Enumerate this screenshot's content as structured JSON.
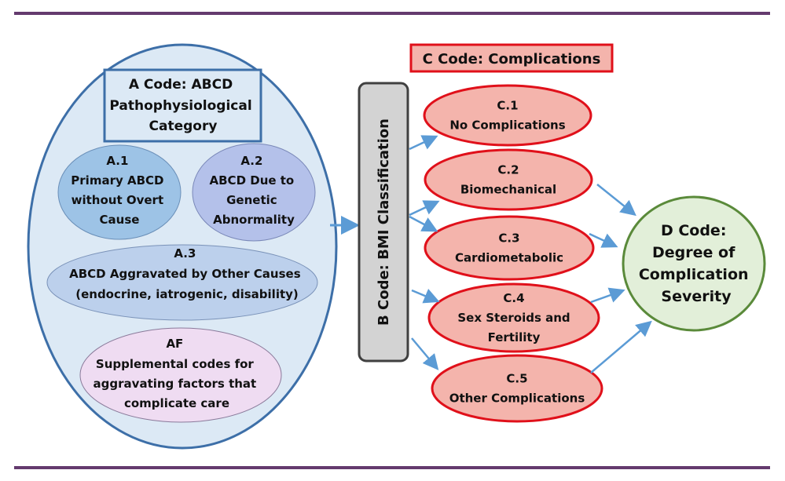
{
  "a_code": {
    "title_lines": [
      "A Code: ABCD",
      "Pathophysiological",
      "Category"
    ],
    "a1": {
      "lines": [
        "A.1",
        "Primary ABCD",
        "without Overt",
        "Cause"
      ]
    },
    "a2": {
      "lines": [
        "A.2",
        "ABCD Due to",
        "Genetic",
        "Abnormality"
      ]
    },
    "a3": {
      "lines": [
        "A.3",
        "ABCD Aggravated by Other Causes",
        "(endocrine, iatrogenic, disability)"
      ]
    },
    "af": {
      "lines": [
        "AF",
        "Supplemental codes for",
        "aggravating factors that",
        "complicate care"
      ]
    }
  },
  "b_code": {
    "label": "B Code: BMI Classification"
  },
  "c_code": {
    "title": "C Code: Complications",
    "items": [
      {
        "lines": [
          "C.1",
          "No Complications"
        ]
      },
      {
        "lines": [
          "C.2",
          "Biomechanical"
        ]
      },
      {
        "lines": [
          "C.3",
          "Cardiometabolic"
        ]
      },
      {
        "lines": [
          "C.4",
          "Sex Steroids and",
          "Fertility"
        ]
      },
      {
        "lines": [
          "C.5",
          "Other Complications"
        ]
      }
    ]
  },
  "d_code": {
    "lines": [
      "D Code:",
      "Degree of",
      "Complication",
      "Severity"
    ]
  },
  "colors": {
    "rule": "#643a6e",
    "a_outer_fill": "#dce9f5",
    "a_outer_stroke": "#3d6fa8",
    "a1_fill": "#9dc3e6",
    "a2_fill": "#b4c1ea",
    "a3_fill": "#bcd0ec",
    "af_fill": "#efdcf2",
    "b_fill": "#d3d3d3",
    "b_stroke": "#404040",
    "c_fill": "#f4b4ac",
    "c_stroke": "#e0101a",
    "d_fill": "#e2efd9",
    "d_stroke": "#5a8a3a",
    "arrow": "#5b9bd5"
  }
}
